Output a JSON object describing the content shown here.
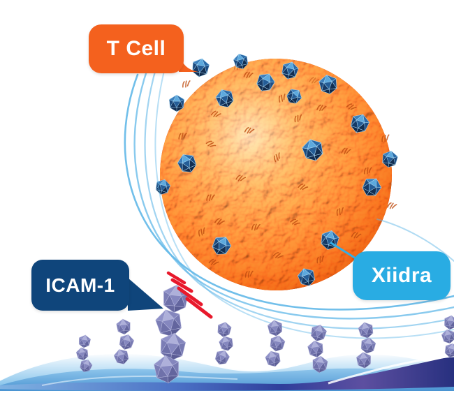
{
  "illustration": {
    "type": "mechanism-of-action-diagram",
    "callouts": {
      "t_cell": "T Cell",
      "icam_1": "ICAM-1",
      "xiidra": "Xiidra"
    },
    "colors": {
      "t_cell_label_bg": "#F4611E",
      "icam_1_label_bg": "#0F457B",
      "xiidra_label_bg": "#29ACE3",
      "label_text": "#FFFFFF",
      "cell_surface_orange": "#FB8434",
      "xiidra_gem_blue": "#1D4F86",
      "icam_1_molecule_purple": "#8E90C6",
      "membrane_blue": "#4A94D2",
      "membrane_deep_navy": "#2F3E9B",
      "membrane_purple": "#5D4FA0",
      "shield_arc_blue": "#62B8E8",
      "blocked_mark_red": "#E8192C"
    }
  }
}
